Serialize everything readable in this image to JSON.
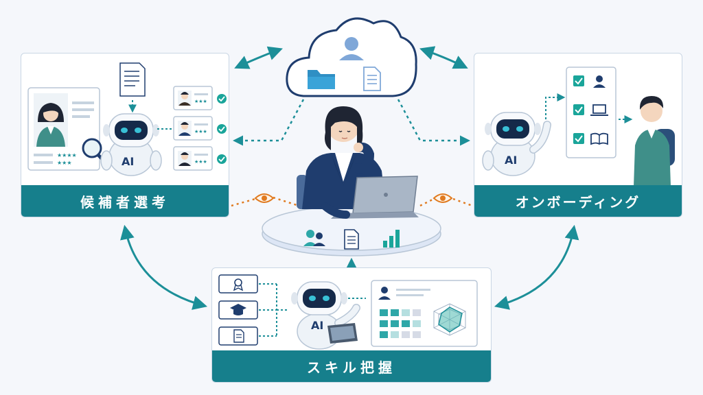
{
  "panels": {
    "screening": {
      "title": "候補者選考"
    },
    "onboarding": {
      "title": "オンボーディング"
    },
    "skills": {
      "title": "スキル把握"
    }
  },
  "robot_badge": "AI",
  "colors": {
    "teal": "#167f8c",
    "navy": "#1f3d6e",
    "orange": "#e07a1f",
    "arrow": "#1c8f98",
    "check": "#1aa59a"
  }
}
